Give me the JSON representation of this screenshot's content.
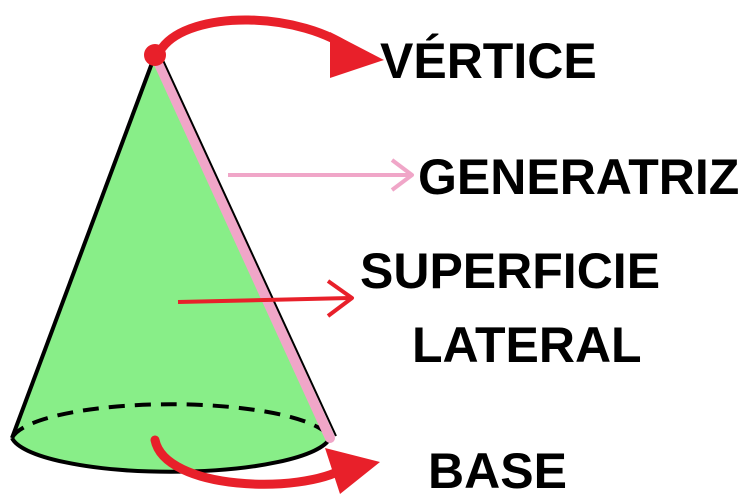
{
  "labels": {
    "vertex": "VÉRTICE",
    "generatrix": "GENERATRIZ",
    "lateral_line1": "SUPERFICIE",
    "lateral_line2": "LATERAL",
    "base": "BASE"
  },
  "colors": {
    "cone_fill": "#88ee88",
    "outline": "#000000",
    "generatrix": "#f0a6c8",
    "vertex_dot": "#e8202a",
    "arrow_red": "#e8202a",
    "arrow_pink": "#f0a6c8",
    "label_text": "#000000"
  }
}
